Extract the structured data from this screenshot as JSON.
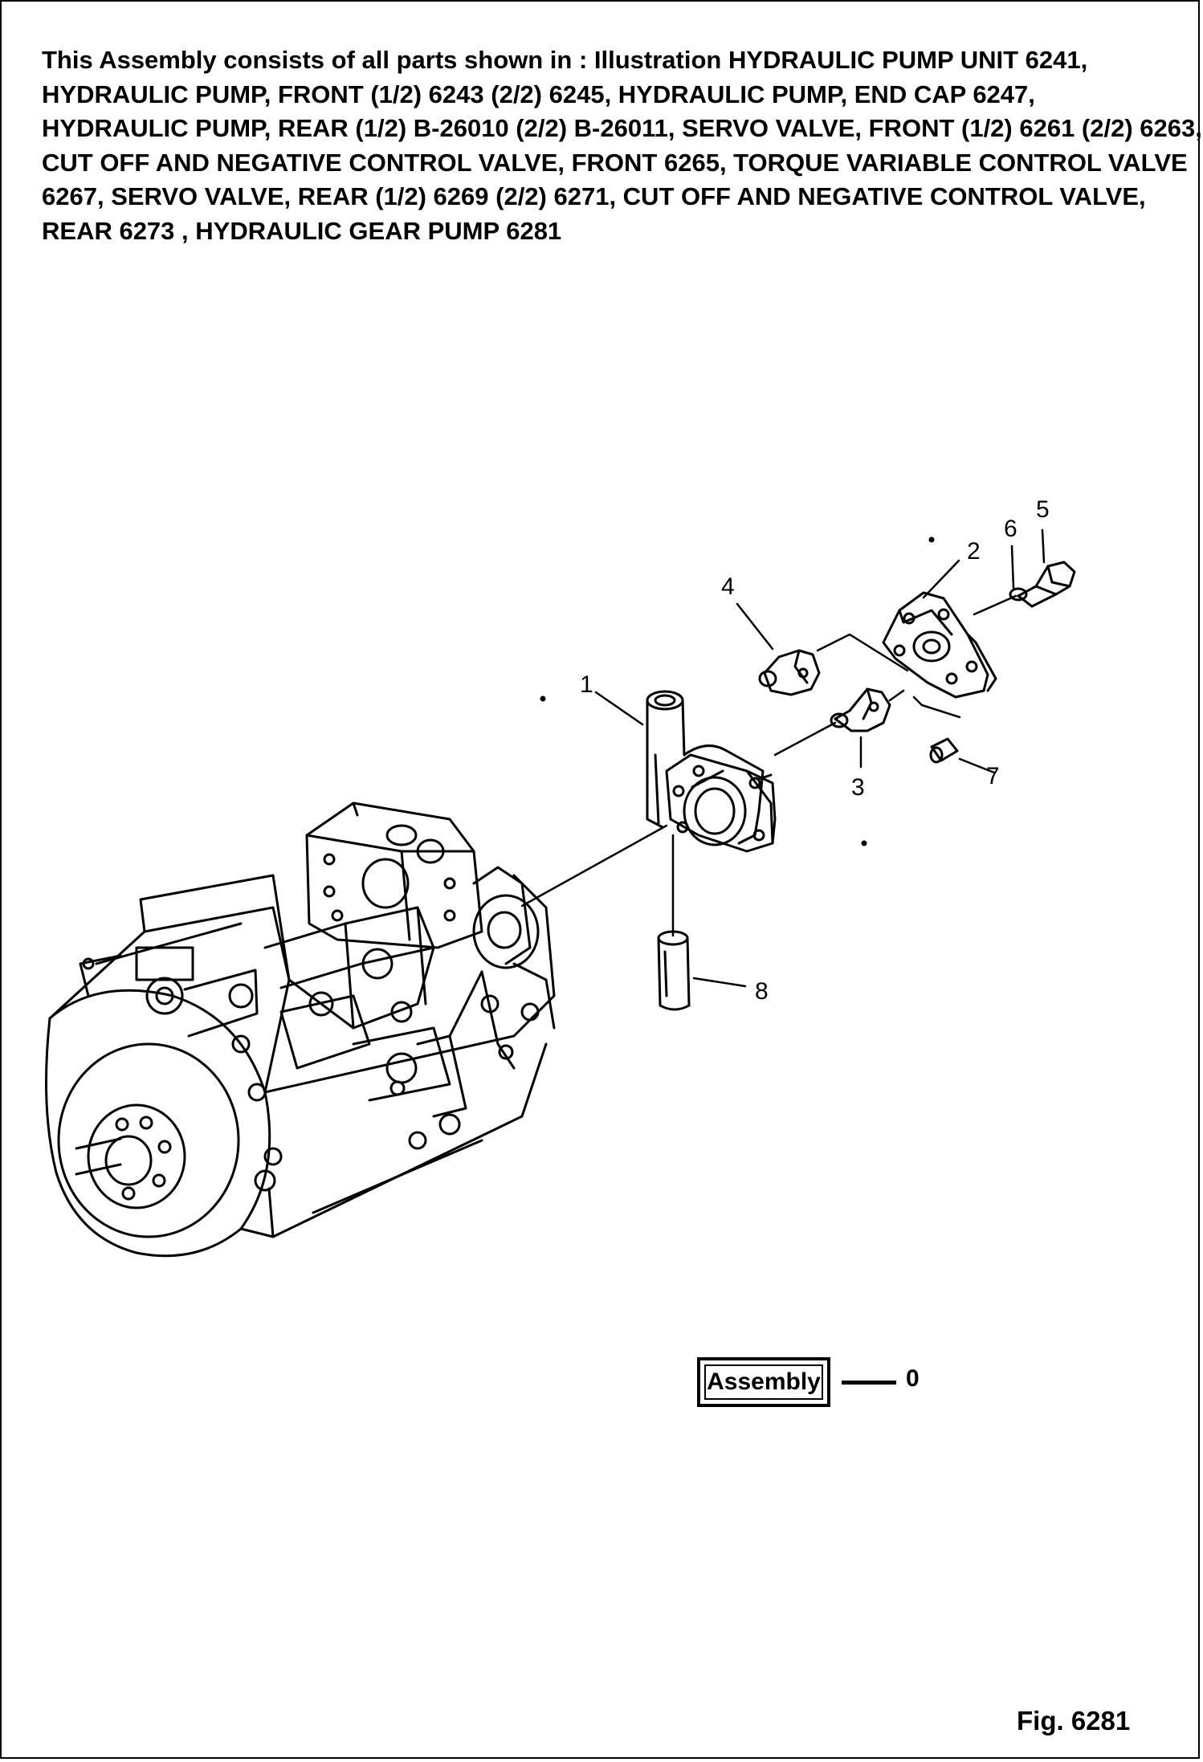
{
  "header": {
    "lines": [
      "This Assembly consists of all parts shown in : Illustration HYDRAULIC PUMP UNIT 6241,",
      "HYDRAULIC PUMP, FRONT (1/2) 6243  (2/2) 6245, HYDRAULIC PUMP, END CAP 6247,",
      "HYDRAULIC PUMP, REAR (1/2) B-26010 (2/2) B-26011, SERVO VALVE, FRONT (1/2) 6261 (2/2) 6263,",
      "CUT OFF AND NEGATIVE CONTROL VALVE, FRONT 6265, TORQUE VARIABLE CONTROL VALVE",
      "6267, SERVO VALVE, REAR (1/2) 6269 (2/2) 6271, CUT OFF AND  NEGATIVE CONTROL VALVE,",
      "REAR 6273 , HYDRAULIC GEAR PUMP 6281"
    ]
  },
  "callouts": {
    "c1": "1",
    "c2": "2",
    "c3": "3",
    "c4": "4",
    "c5": "5",
    "c6": "6",
    "c7": "7",
    "c8": "8"
  },
  "legend": {
    "label": "Assembly",
    "number": "0"
  },
  "figure": {
    "label": "Fig. 6281"
  }
}
